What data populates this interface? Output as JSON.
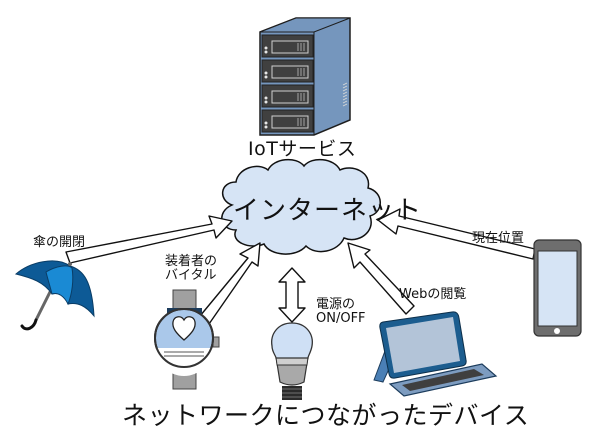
{
  "diagram": {
    "title": "IoTサービス",
    "hub": "インターネット",
    "caption": "ネットワークにつながったデバイス",
    "devices": [
      {
        "id": "umbrella",
        "icon": "umbrella-icon",
        "label": "傘の開閉",
        "direction": "to-internet"
      },
      {
        "id": "smartwatch",
        "icon": "smartwatch-icon",
        "label_lines": [
          "装着者の",
          "バイタル"
        ],
        "direction": "to-internet"
      },
      {
        "id": "light-bulb",
        "icon": "light-bulb-icon",
        "label_lines": [
          "電源の",
          "ON/OFF"
        ],
        "direction": "bidirectional"
      },
      {
        "id": "laptop",
        "icon": "laptop-icon",
        "label": "Webの閲覧",
        "direction": "to-internet"
      },
      {
        "id": "smartphone",
        "icon": "smartphone-icon",
        "label": "現在位置",
        "direction": "to-internet"
      }
    ],
    "server": {
      "icon": "server-icon"
    }
  },
  "colors": {
    "cloud_fill": "#d6e4f5",
    "server_body": "#7596bd",
    "server_bay": "#404040",
    "umbrella_dark": "#0d5a96",
    "umbrella_light": "#1a8ad4",
    "watch_face": "#aac8ea",
    "watch_band": "#a0a0a0",
    "phone_body": "#6e6e6e",
    "phone_screen": "#d6e4f5",
    "laptop_frame": "#1c5d8f",
    "laptop_screen": "#b3c4d8"
  }
}
